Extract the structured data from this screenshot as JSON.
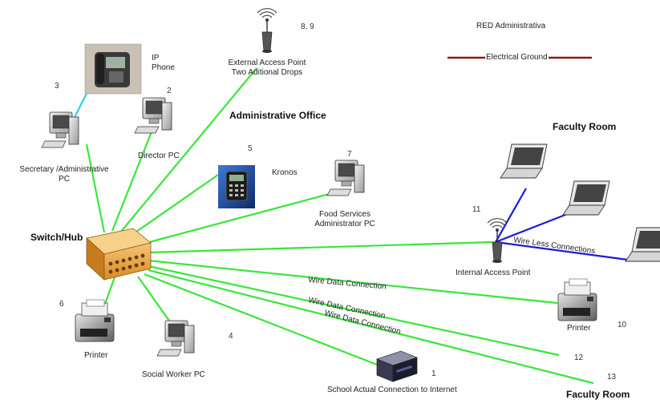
{
  "legend": {
    "title": "RED Administrativa",
    "ground_label": "Electrical Ground",
    "ground_color": "#8b1a1a"
  },
  "colors": {
    "wired": "#39e639",
    "wireless": "#1a1adb",
    "phone_link": "#33ccee",
    "switch_body": "#e8a33c",
    "switch_edge": "#8a5a1a"
  },
  "areas": {
    "admin_office": "Administrative Office",
    "faculty_room_top": "Faculty Room",
    "faculty_room_bottom": "Faculty Room"
  },
  "devices": {
    "switch": {
      "label": "Switch/Hub",
      "icon": "switch-hub-icon"
    },
    "ip_phone": {
      "label": "IP\nPhone",
      "icon": "ip-phone-icon"
    },
    "secretary_pc": {
      "num": "3",
      "label": "Secretary /Administrative\nPC",
      "icon": "desktop-pc-icon"
    },
    "director_pc": {
      "num": "2",
      "label": "Director PC",
      "icon": "desktop-pc-icon"
    },
    "external_ap": {
      "num": "8, 9",
      "label": "External Access Point\nTwo Aditional Drops",
      "icon": "access-point-icon"
    },
    "kronos": {
      "num": "5",
      "label": "Kronos",
      "icon": "time-clock-icon"
    },
    "food_services_pc": {
      "num": "7",
      "label": "Food Services\nAdministrator PC",
      "icon": "desktop-pc-icon"
    },
    "internal_ap": {
      "num": "11",
      "label": "Internal Access Point",
      "icon": "access-point-icon"
    },
    "printer_left": {
      "num": "6",
      "label": "Printer",
      "icon": "printer-icon"
    },
    "social_worker_pc": {
      "num": "4",
      "label": "Social Worker PC",
      "icon": "desktop-pc-icon"
    },
    "internet": {
      "num": "1",
      "label": "School Actual Connection to Internet",
      "icon": "modem-icon"
    },
    "printer_right": {
      "num": "10",
      "label": "Printer",
      "icon": "printer-icon"
    },
    "drop_12": {
      "num": "12"
    },
    "drop_13": {
      "num": "13"
    }
  },
  "connections": {
    "wire_data_1": "Wire Data Connection",
    "wire_data_2": "Wire Data Connection",
    "wire_data_3": "Wire Data Connection",
    "wireless": "Wire Less Connections"
  }
}
